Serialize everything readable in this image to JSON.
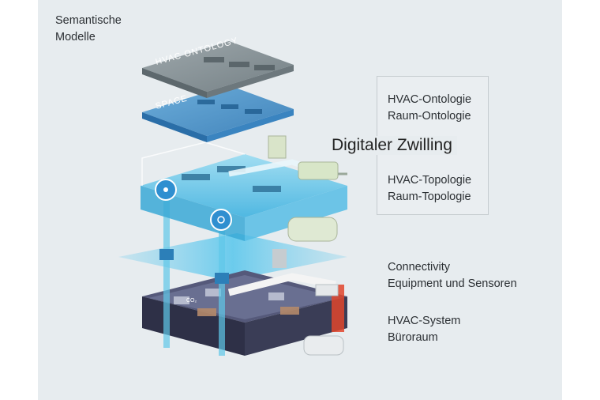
{
  "labels": {
    "semantic_line1": "Semantische",
    "semantic_line2": "Modelle",
    "title": "Digitaler Zwilling",
    "ontology_line1": "HVAC-Ontologie",
    "ontology_line2": "Raum-Ontologie",
    "topology_line1": "HVAC-Topologie",
    "topology_line2": "Raum-Topologie",
    "connectivity_line1": "Connectivity",
    "connectivity_line2": "Equipment und Sensoren",
    "system_line1": "HVAC-System",
    "system_line2": "Büroraum"
  },
  "layers": {
    "hvac_ontology": "HVAC ONTOLOGY",
    "space": "SPACE",
    "co2": "CO₂"
  },
  "colors": {
    "panel_bg": "#e7ecef",
    "ontology_gray": "#7e8a8f",
    "space_blue": "#3f8fc8",
    "topology_cyan": "#58c0e6",
    "floor_dark": "#3a3d56",
    "accent_red": "#e0452b"
  }
}
